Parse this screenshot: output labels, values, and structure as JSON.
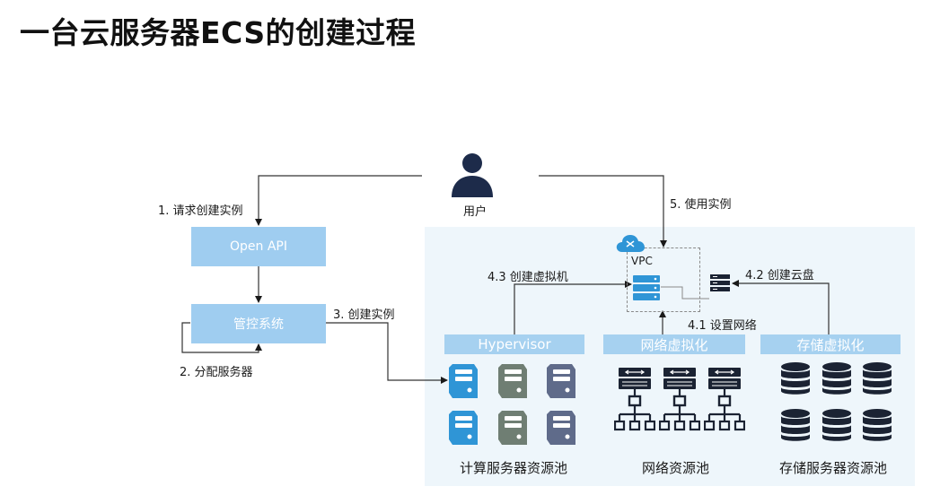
{
  "title": "一台云服务器ECS的创建过程",
  "user": {
    "label": "用户",
    "icon": "user-icon"
  },
  "steps": {
    "request": "1. 请求创建实例",
    "allocate": "2. 分配服务器",
    "create": "3. 创建实例",
    "set_network": "4.1 设置网络",
    "create_disk": "4.2 创建云盘",
    "create_vm": "4.3 创建虚拟机",
    "use": "5. 使用实例"
  },
  "boxes": {
    "open_api": "Open API",
    "control": "管控系统"
  },
  "vpc": {
    "label": "VPC"
  },
  "layers": {
    "hypervisor": "Hypervisor",
    "network_virt": "网络虚拟化",
    "storage_virt": "存储虚拟化"
  },
  "pools": {
    "compute": "计算服务器资源池",
    "network": "网络资源池",
    "storage": "存储服务器资源池"
  },
  "colors": {
    "box": "#9fcdf0",
    "panel": "#eef6fb",
    "server_blue": "#2f95d6",
    "server_green": "#6f7e73",
    "server_slate": "#5f6b8a",
    "dark": "#1b2333",
    "user": "#1d2b4a"
  }
}
